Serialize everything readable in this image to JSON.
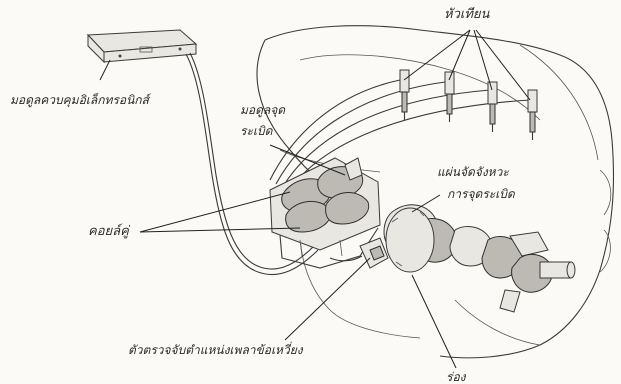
{
  "labels": {
    "spark_plugs": "หัวเทียน",
    "ecm": "มอดูลควบคุมอิเล็กทรอนิกส์",
    "ignition_module_line1": "มอดูลจุด",
    "ignition_module_line2": "ระเบิด",
    "timing_plate_line1": "แผ่นจัดจังหวะ",
    "timing_plate_line2": "การจุดระเบิด",
    "twin_coils": "คอยล์คู่",
    "crank_sensor": "ตัวตรวจจับตำแหน่งเพลาข้อเหวี่ยง",
    "slot": "ร่อง"
  }
}
